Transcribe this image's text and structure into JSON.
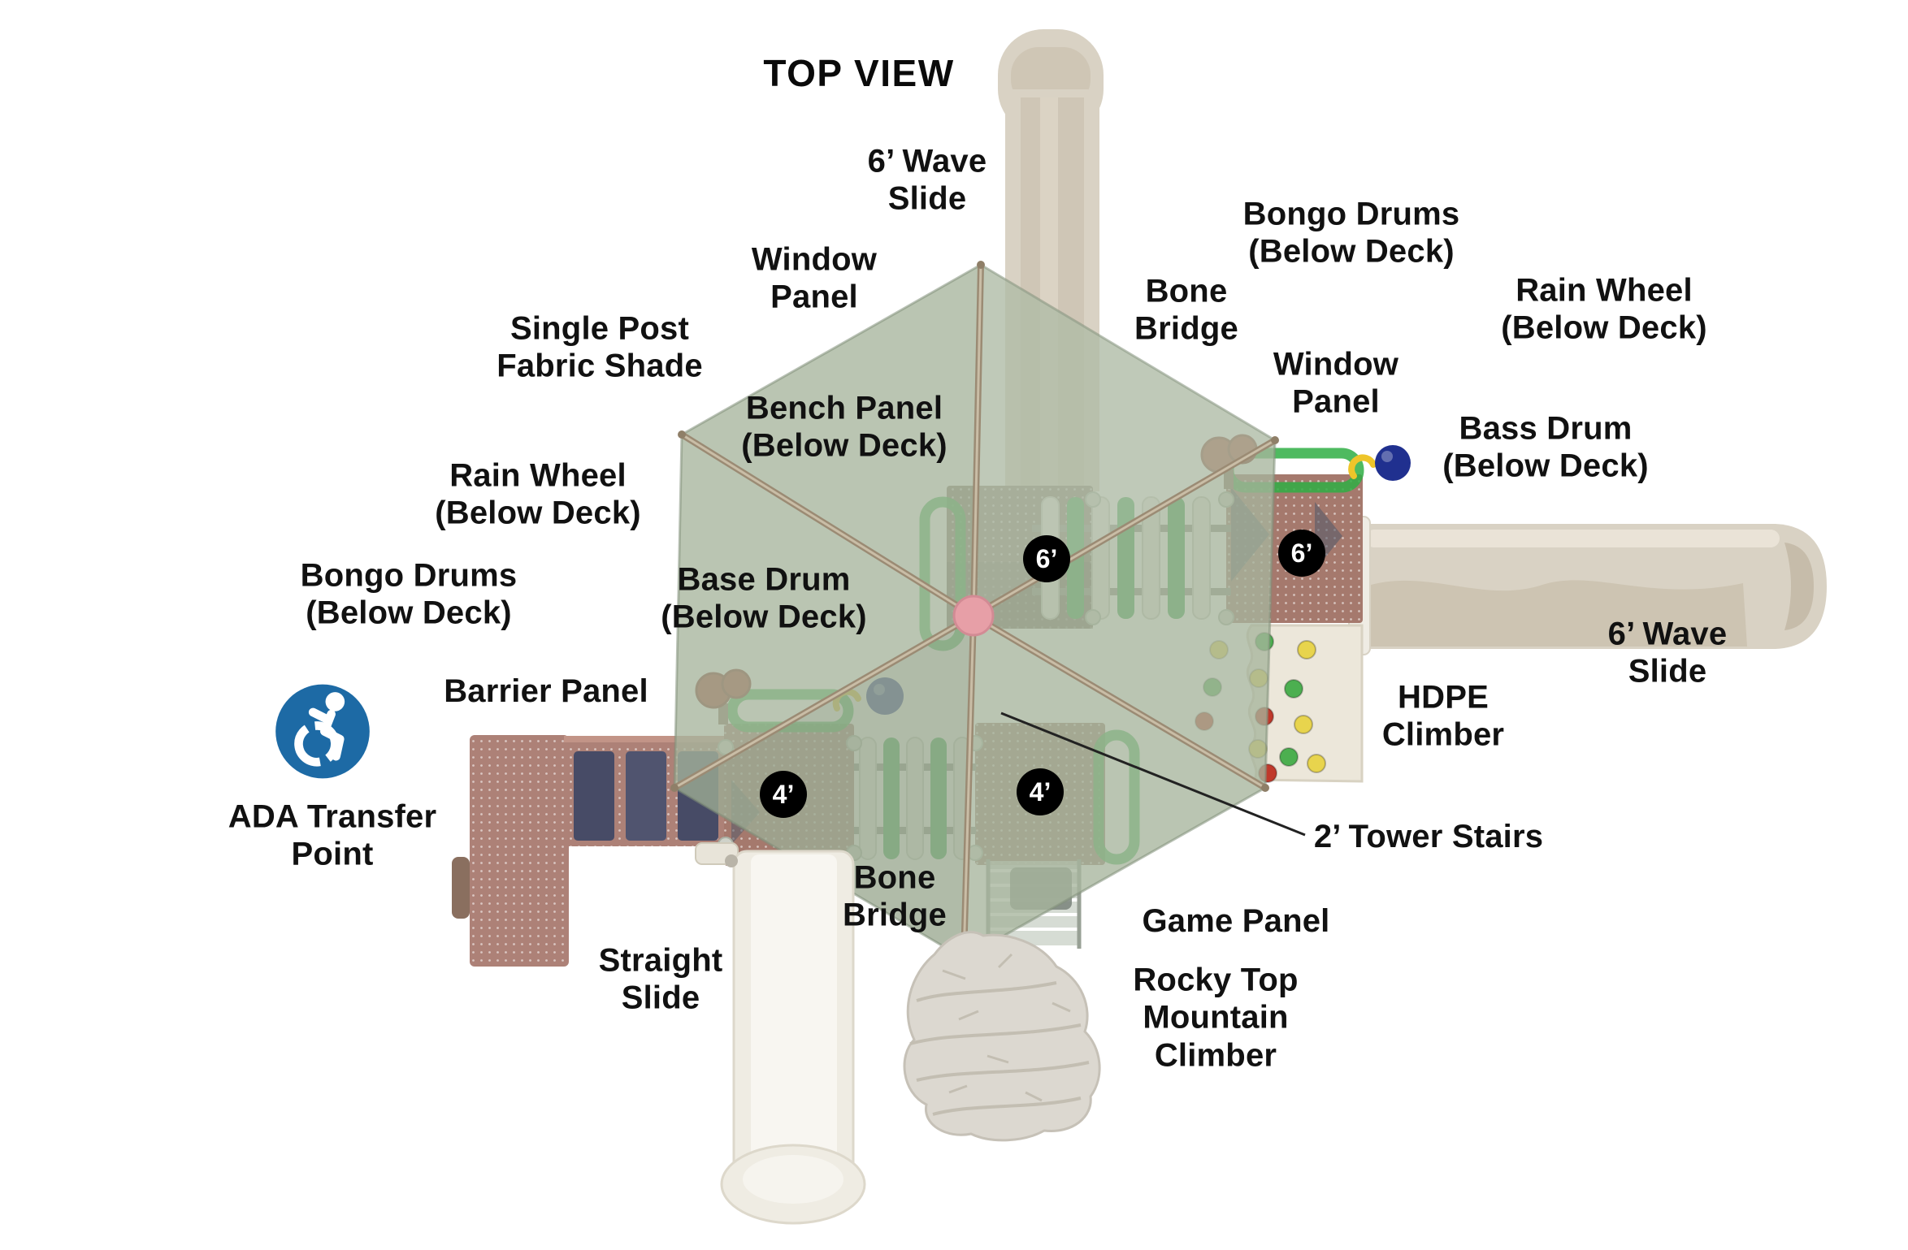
{
  "title": "TOP VIEW",
  "labels": {
    "top_wave_slide": "6’ Wave\nSlide",
    "window_panel_left": "Window\nPanel",
    "single_post_fabric_shade": "Single Post\nFabric Shade",
    "bench_panel": "Bench Panel\n(Below Deck)",
    "rain_wheel_left": "Rain Wheel\n(Below Deck)",
    "bongo_drums_left": "Bongo Drums\n(Below Deck)",
    "base_drum": "Base Drum\n(Below Deck)",
    "barrier_panel": "Barrier Panel",
    "ada_transfer_point": "ADA Transfer\nPoint",
    "straight_slide": "Straight\nSlide",
    "bone_bridge_bottom": "Bone\nBridge",
    "bongo_drums_right": "Bongo Drums\n(Below Deck)",
    "bone_bridge_top": "Bone\nBridge",
    "rain_wheel_right": "Rain Wheel\n(Below Deck)",
    "window_panel_right": "Window\nPanel",
    "bass_drum": "Bass Drum\n(Below Deck)",
    "wave_slide_right": "6’ Wave\nSlide",
    "hdpe_climber": "HDPE\nClimber",
    "tower_stairs": "2’ Tower Stairs",
    "game_panel": "Game Panel",
    "rocky_top": "Rocky Top\nMountain\nClimber"
  },
  "deck_markers": {
    "top_deck": "6’",
    "right_deck": "6’",
    "left_deck": "4’",
    "bottom_deck": "4’"
  },
  "ada": {
    "icon": "accessible-icon"
  },
  "colors": {
    "background": "#ffffff",
    "shade_fabric": "#a7b59c",
    "shade_rib": "#9b8b74",
    "hub_pink": "#e79fa7",
    "deck_mauve": "#a5796d",
    "deck_gray": "#877a6d",
    "slide_beige": "#d9d2c4",
    "slide_white": "#efece3",
    "bridge_green": "#35a348",
    "bridge_white": "#efeee8",
    "ring_green": "#2fae44",
    "drum_red": "#a63a2c",
    "ball_blue": "#20308f",
    "crescent_yellow": "#eec52a",
    "hold_red": "#c0392b",
    "hold_yellow": "#e8d44d",
    "hold_green": "#4caf50",
    "rock_gray": "#dcd8d0",
    "ada_blue": "#1d6aa5",
    "label_text": "#111111",
    "marker_bg": "#000000",
    "marker_text": "#ffffff"
  }
}
